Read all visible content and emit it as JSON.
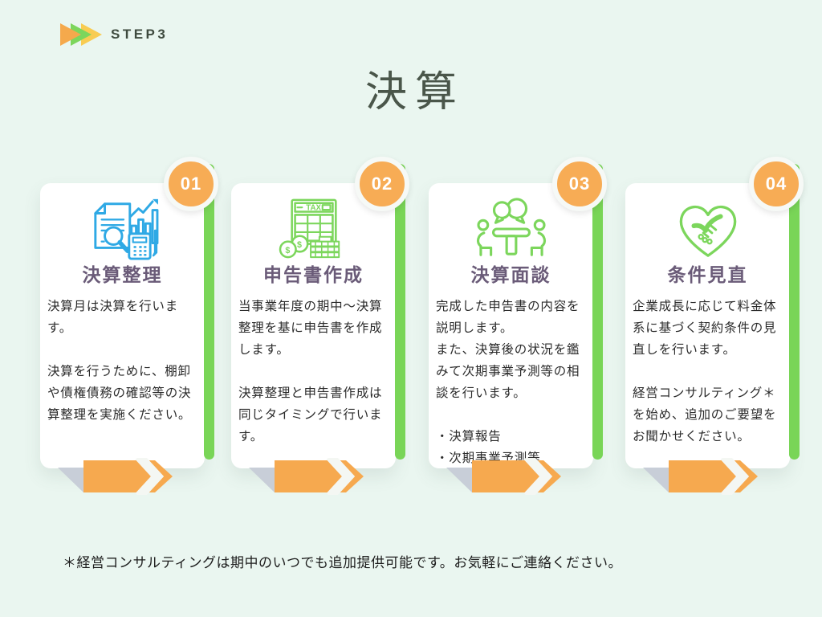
{
  "page": {
    "step_label": "STEP3",
    "title": "決算",
    "footnote": "＊経営コンサルティングは期中のいつでも追加提供可能です。お気軽にご連絡ください。"
  },
  "colors": {
    "background": "#EAF6F0",
    "accent_orange": "#F7AC55",
    "accent_green": "#79D557",
    "title_purple": "#6A5B78",
    "icon_blue": "#2FA9E5",
    "icon_green": "#7CD65C",
    "fold_gray": "#C8CED8",
    "heading_gray_green": "#4A564A"
  },
  "icons": {
    "tax_label": "TAX",
    "coin_symbol": "$"
  },
  "steps": [
    {
      "number": "01",
      "title": "決算整理",
      "icon": "audit-documents-icon",
      "body": "決算月は決算を行いま\nす。\n\n決算を行うために、棚卸\nや債権債務の確認等の決\n算整理を実施ください。"
    },
    {
      "number": "02",
      "title": "申告書作成",
      "icon": "tax-return-icon",
      "body": "当事業年度の期中～決算\n整理を基に申告書を作成\nします。\n\n決算整理と申告書作成は\n同じタイミングで行いま\nす。"
    },
    {
      "number": "03",
      "title": "決算面談",
      "icon": "meeting-icon",
      "body": "完成した申告書の内容を\n説明します。\nまた、決算後の状況を鑑\nみて次期事業予測等の相\n談を行います。\n\n・決算報告\n・次期事業予測等"
    },
    {
      "number": "04",
      "title": "条件見直",
      "icon": "handshake-heart-icon",
      "body": "企業成長に応じて料金体\n系に基づく契約条件の見\n直しを行います。\n\n経営コンサルティング＊\nを始め、追加のご要望を\nお聞かせください。"
    }
  ]
}
